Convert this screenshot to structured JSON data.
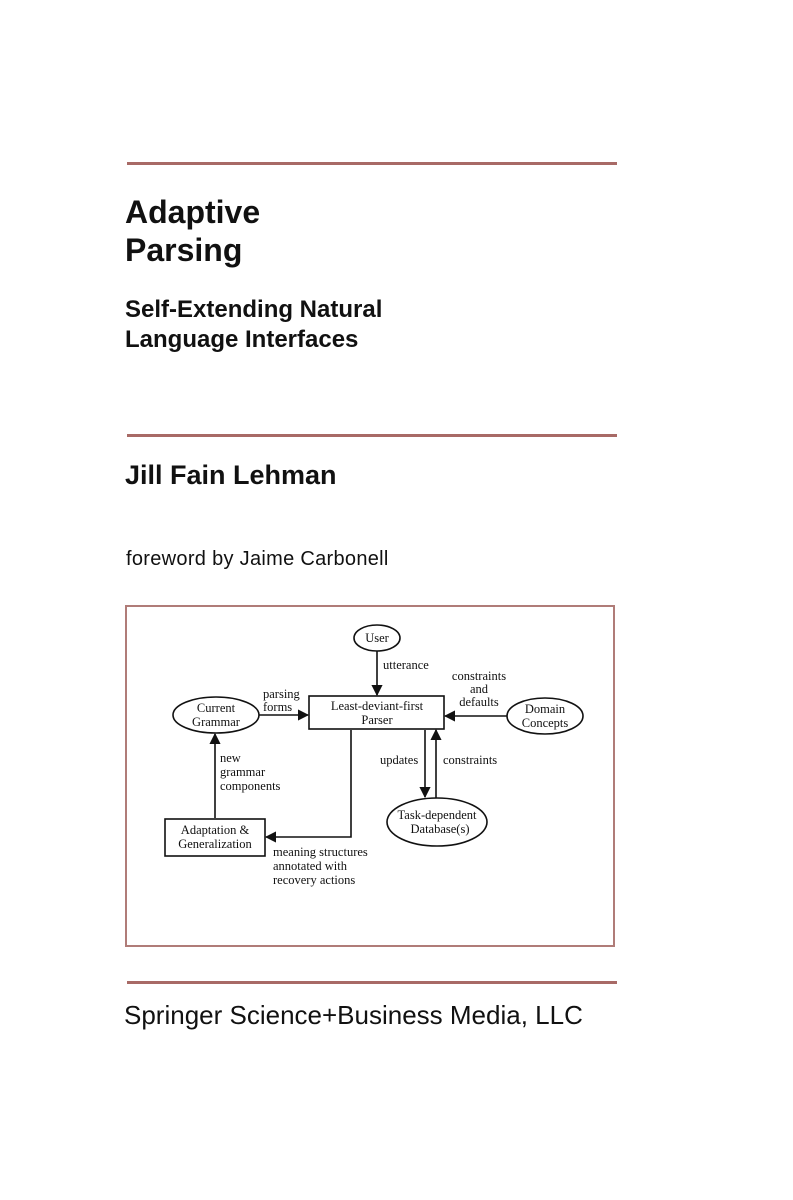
{
  "book": {
    "title_line1": "Adaptive",
    "title_line2": "Parsing",
    "subtitle_line1": "Self-Extending Natural",
    "subtitle_line2": "Language Interfaces",
    "author": "Jill Fain Lehman",
    "foreword": "foreword by Jaime Carbonell",
    "publisher": "Springer Science+Business Media, LLC"
  },
  "colors": {
    "rule": "#a86a66",
    "frame": "#b07c78",
    "ink": "#111111"
  },
  "diagram": {
    "user": "User",
    "utterance": "utterance",
    "parser_line1": "Least-deviant-first",
    "parser_line2": "Parser",
    "grammar_line1": "Current",
    "grammar_line2": "Grammar",
    "domain_line1": "Domain",
    "domain_line2": "Concepts",
    "database_line1": "Task-dependent",
    "database_line2": "Database(s)",
    "adapt_line1": "Adaptation &",
    "adapt_line2": "Generalization",
    "parsing_forms_line1": "parsing",
    "parsing_forms_line2": "forms",
    "constraints_defaults_line1": "constraints",
    "constraints_defaults_line2": "and",
    "constraints_defaults_line3": "defaults",
    "updates": "updates",
    "constraints": "constraints",
    "new_components_line1": "new",
    "new_components_line2": "grammar",
    "new_components_line3": "components",
    "meaning_line1": "meaning structures",
    "meaning_line2": "annotated with",
    "meaning_line3": "recovery actions"
  }
}
